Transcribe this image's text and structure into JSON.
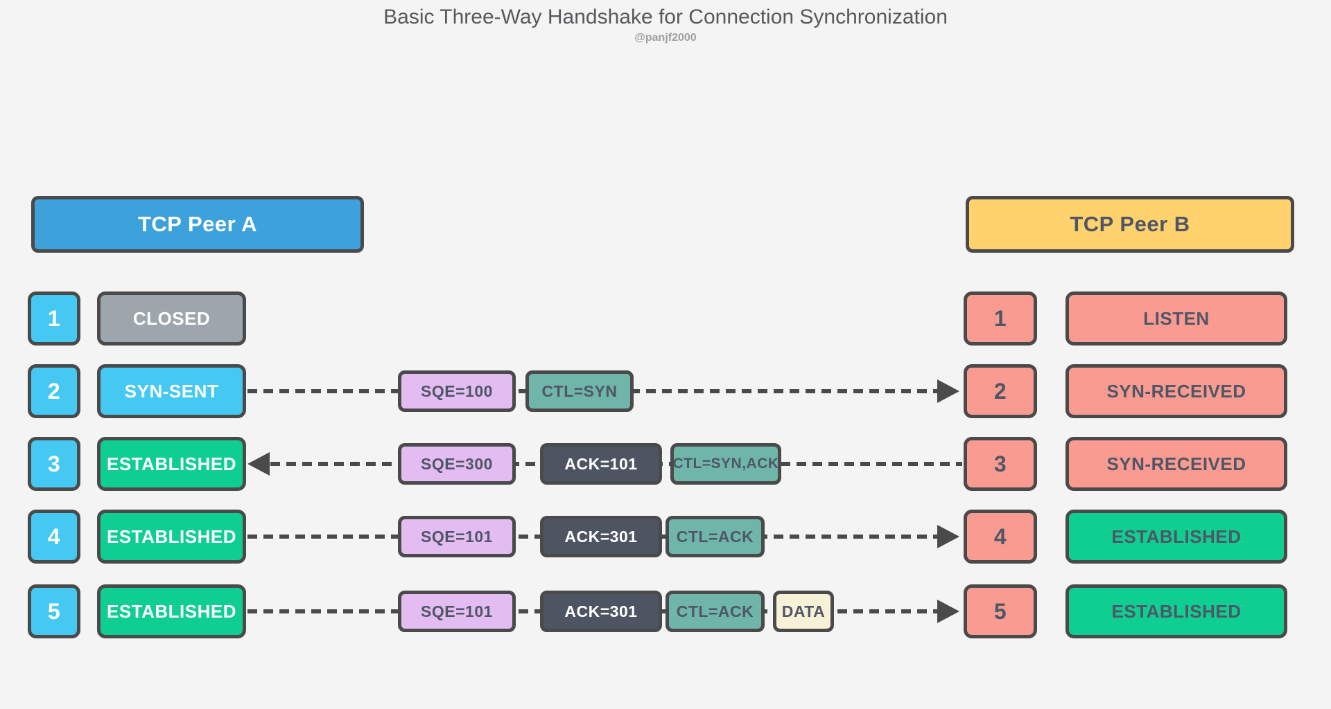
{
  "title": "Basic Three-Way Handshake for Connection Synchronization",
  "subtitle": "@panjf2000",
  "peer_a": {
    "label": "TCP Peer A"
  },
  "peer_b": {
    "label": "TCP Peer B"
  },
  "colors": {
    "background": "#F4F4F4",
    "box_border": "#4A4A4B",
    "peer_a_blue": "#3DA2DB",
    "peer_b_yellow": "#FFD26D",
    "step_cyan": "#45C8F2",
    "closed_gray": "#9DA6AC",
    "established_green": "#0FCE92",
    "seq_lavender": "#E3BCF2",
    "ctl_teal": "#6FB5AA",
    "ack_slate": "#4E5562",
    "data_cream": "#F7F1D7",
    "peer_b_salmon": "#F99B91",
    "dark_text": "#4F5665"
  },
  "rows": [
    {
      "step": "1",
      "peer_a_state": "CLOSED",
      "peer_b_state": "LISTEN"
    },
    {
      "step": "2",
      "peer_a_state": "SYN-SENT",
      "direction": "A to B",
      "messages": {
        "seq": "SQE=100",
        "ctl": "CTL=SYN"
      },
      "peer_b_state": "SYN-RECEIVED"
    },
    {
      "step": "3",
      "peer_a_state": "ESTABLISHED",
      "direction": "B to A",
      "messages": {
        "seq": "SQE=300",
        "ack": "ACK=101",
        "ctl": "CTL=SYN,ACK"
      },
      "peer_b_state": "SYN-RECEIVED"
    },
    {
      "step": "4",
      "peer_a_state": "ESTABLISHED",
      "direction": "A to B",
      "messages": {
        "seq": "SQE=101",
        "ack": "ACK=301",
        "ctl": "CTL=ACK"
      },
      "peer_b_state": "ESTABLISHED"
    },
    {
      "step": "5",
      "peer_a_state": "ESTABLISHED",
      "direction": "A to B",
      "messages": {
        "seq": "SQE=101",
        "ack": "ACK=301",
        "ctl": "CTL=ACK",
        "data": "DATA"
      },
      "peer_b_state": "ESTABLISHED"
    }
  ]
}
